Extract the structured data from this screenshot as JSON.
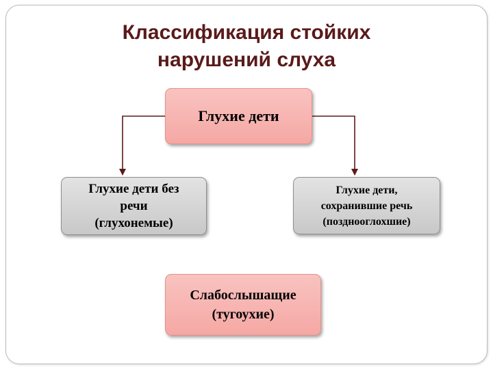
{
  "title": {
    "line1": "Классификация стойких",
    "line2": "нарушений слуха"
  },
  "nodes": {
    "deaf": {
      "label": "Глухие дети"
    },
    "deaf_mute": {
      "line1": "Глухие дети без",
      "line2": "речи",
      "line3": "(глухонемые)"
    },
    "late_deafened": {
      "line1": "Глухие дети,",
      "line2": "сохранившие речь",
      "line3": "(позднооглохшие)"
    },
    "hard_of_hearing": {
      "line1": "Слабослышащие",
      "line2": "(тугоухие)"
    }
  },
  "colors": {
    "title": "#5a1a1a",
    "pink_box": "#f7b5b1",
    "gray_box": "#d6d6d6",
    "connector": "#5a1a1a"
  }
}
